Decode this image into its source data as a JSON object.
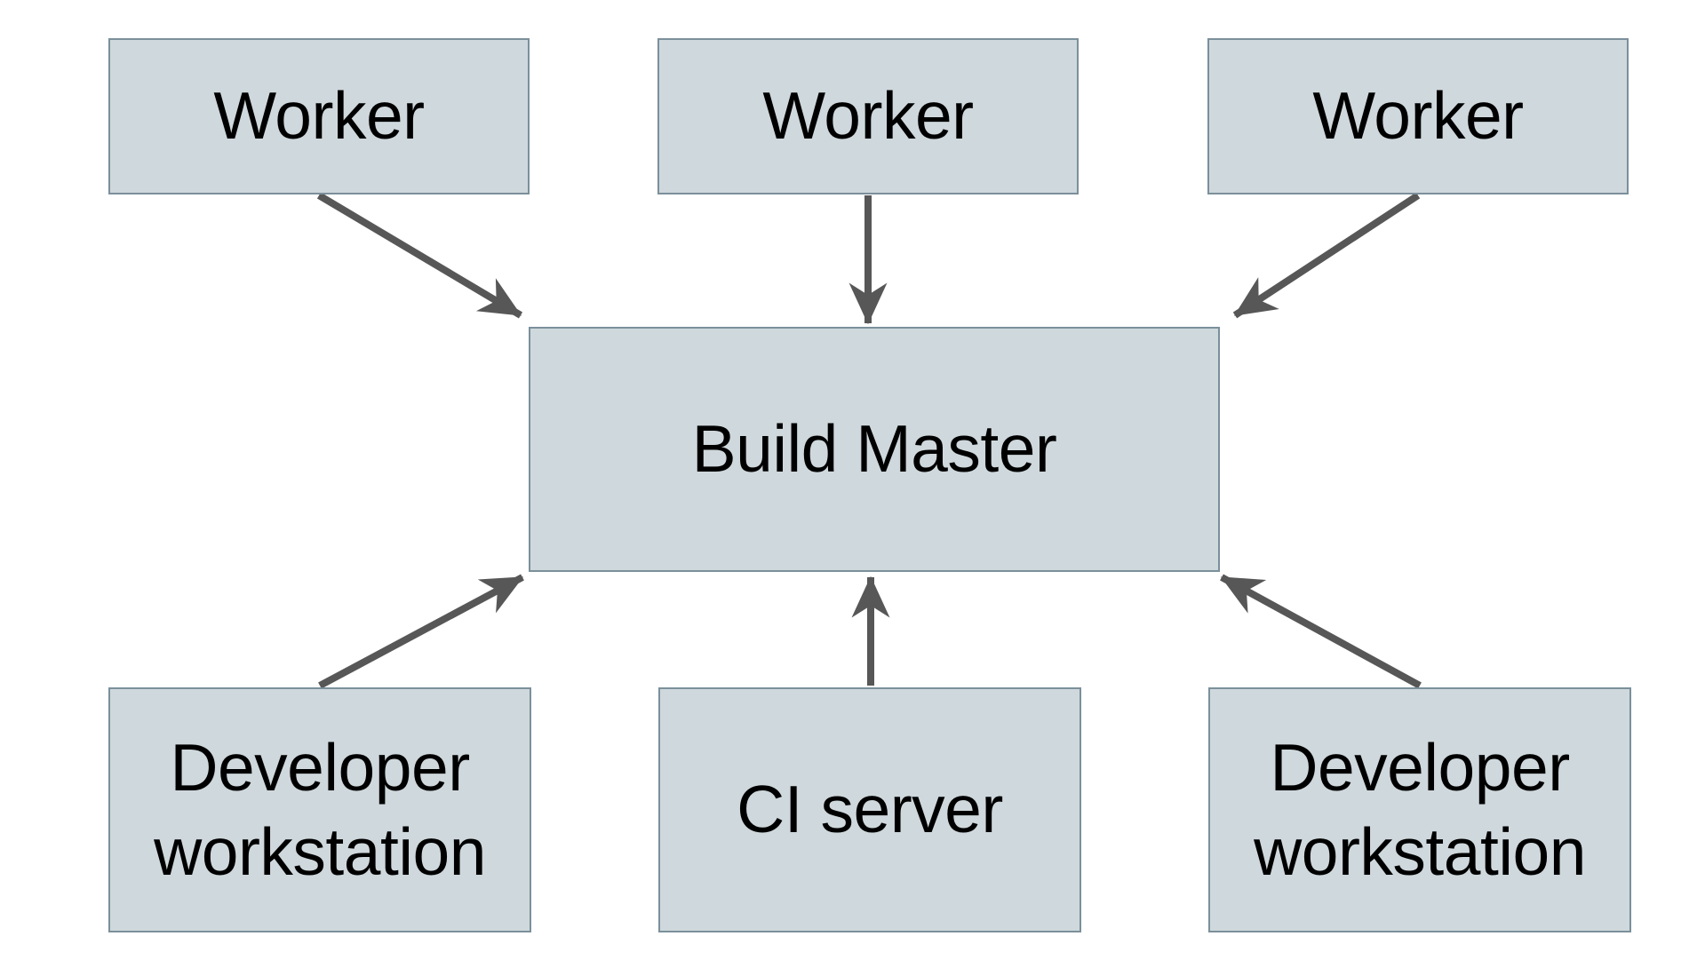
{
  "diagram": {
    "type": "architecture-diagram",
    "nodes": [
      {
        "id": "worker-1",
        "label": "Worker",
        "position": "top-left"
      },
      {
        "id": "worker-2",
        "label": "Worker",
        "position": "top-center"
      },
      {
        "id": "worker-3",
        "label": "Worker",
        "position": "top-right"
      },
      {
        "id": "build-master",
        "label": "Build Master",
        "position": "center"
      },
      {
        "id": "developer-workstation-left",
        "label": "Developer workstation",
        "position": "bottom-left"
      },
      {
        "id": "ci-server",
        "label": "CI server",
        "position": "bottom-center"
      },
      {
        "id": "developer-workstation-right",
        "label": "Developer workstation",
        "position": "bottom-right"
      }
    ],
    "edges": [
      {
        "from": "worker-1",
        "to": "build-master"
      },
      {
        "from": "worker-2",
        "to": "build-master"
      },
      {
        "from": "worker-3",
        "to": "build-master"
      },
      {
        "from": "developer-workstation-left",
        "to": "build-master"
      },
      {
        "from": "ci-server",
        "to": "build-master"
      },
      {
        "from": "developer-workstation-right",
        "to": "build-master"
      }
    ],
    "colors": {
      "bg": "#ffffff",
      "node-fill": "#cfd8dc",
      "node-border": "#7b909b",
      "arrow": "#575757",
      "text": "#000000"
    }
  }
}
